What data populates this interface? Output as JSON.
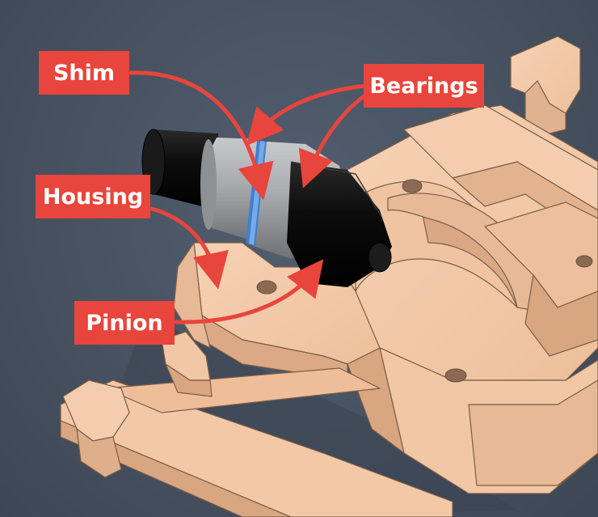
{
  "callouts": {
    "shim": "Shim",
    "bearings": "Bearings",
    "housing": "Housing",
    "pinion": "Pinion"
  },
  "colors": {
    "background": "#4a5566",
    "housing": "#f3c9a8",
    "housing_shadow": "#d9ab88",
    "bearing": "#a9abad",
    "shim": "#3f7fd0",
    "pinion": "#0a0a0a",
    "callout": "#e8453c",
    "callout_text": "#ffffff"
  }
}
